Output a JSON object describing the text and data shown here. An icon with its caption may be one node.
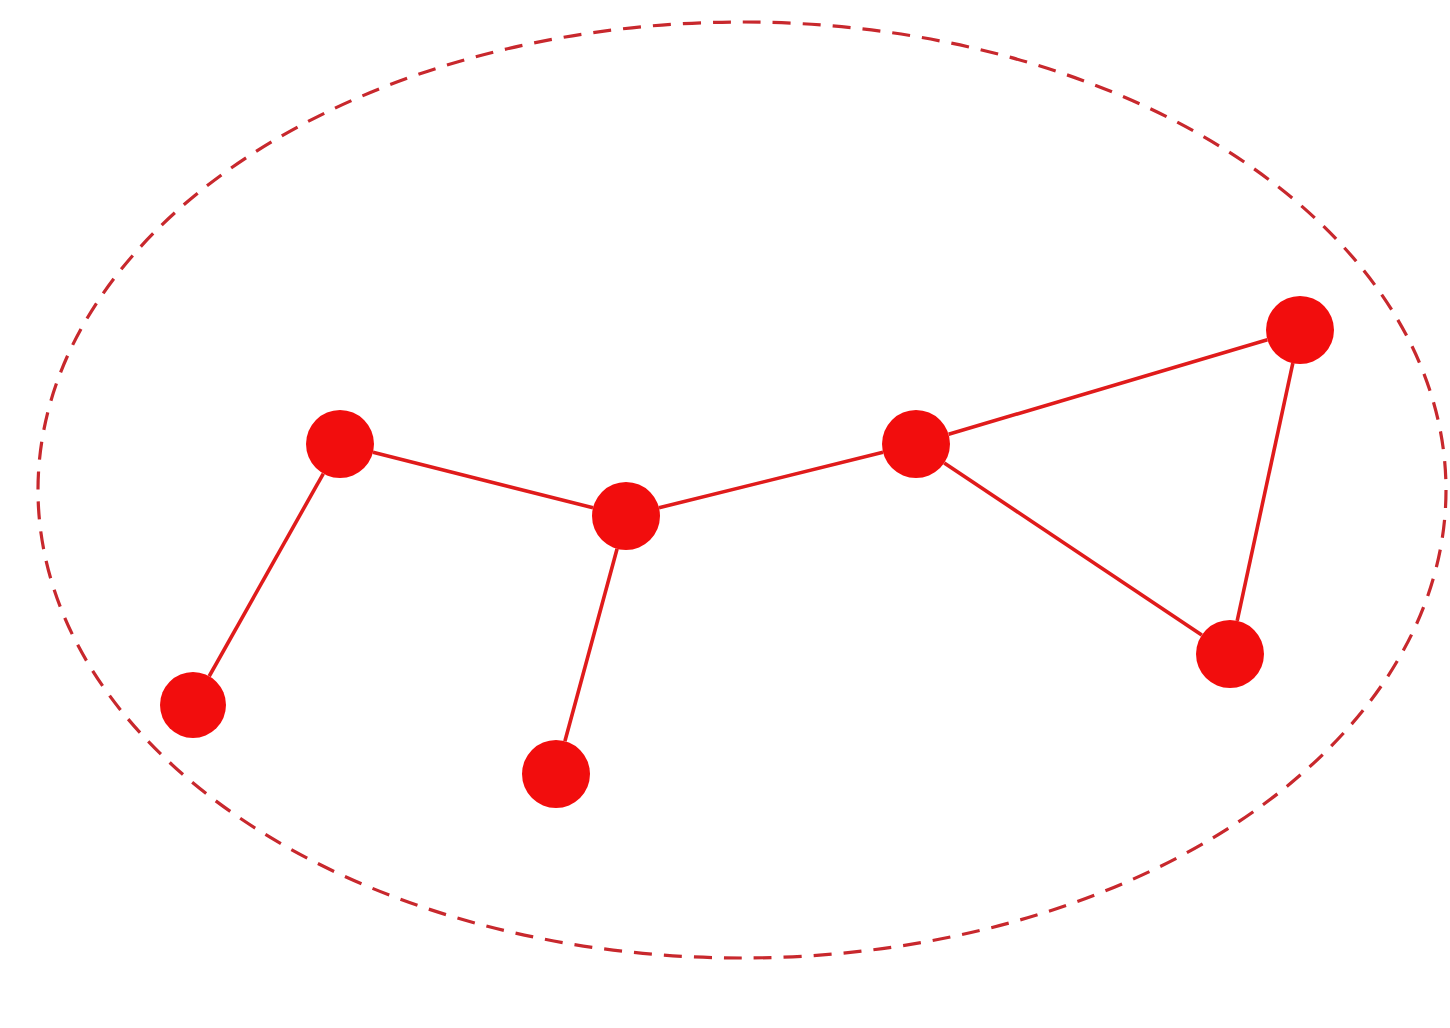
{
  "diagram": {
    "nodes": [
      {
        "text": [],
        "shape": "ellipse"
      },
      {
        "text": [],
        "shape": "circle",
        "in": 0
      },
      {
        "text": [],
        "shape": "circle",
        "in": 0
      },
      {
        "text": [],
        "shape": "circle",
        "in": 0
      },
      {
        "text": [],
        "shape": "circle",
        "in": 0
      },
      {
        "text": [],
        "shape": "circle",
        "in": 0
      },
      {
        "text": [],
        "shape": "circle",
        "in": 0
      },
      {
        "text": [],
        "shape": "circle",
        "in": 0
      }
    ],
    "edges": [
      {
        "from": 2,
        "to": 1,
        "arrow": "none"
      },
      {
        "from": 2,
        "to": 4,
        "arrow": "none"
      },
      {
        "from": 4,
        "to": 3,
        "arrow": "none"
      },
      {
        "from": 4,
        "to": 5,
        "arrow": "none"
      },
      {
        "from": 5,
        "to": 7,
        "arrow": "none"
      },
      {
        "from": 5,
        "to": 6,
        "arrow": "none"
      },
      {
        "from": 7,
        "to": 6,
        "arrow": "none"
      }
    ]
  }
}
